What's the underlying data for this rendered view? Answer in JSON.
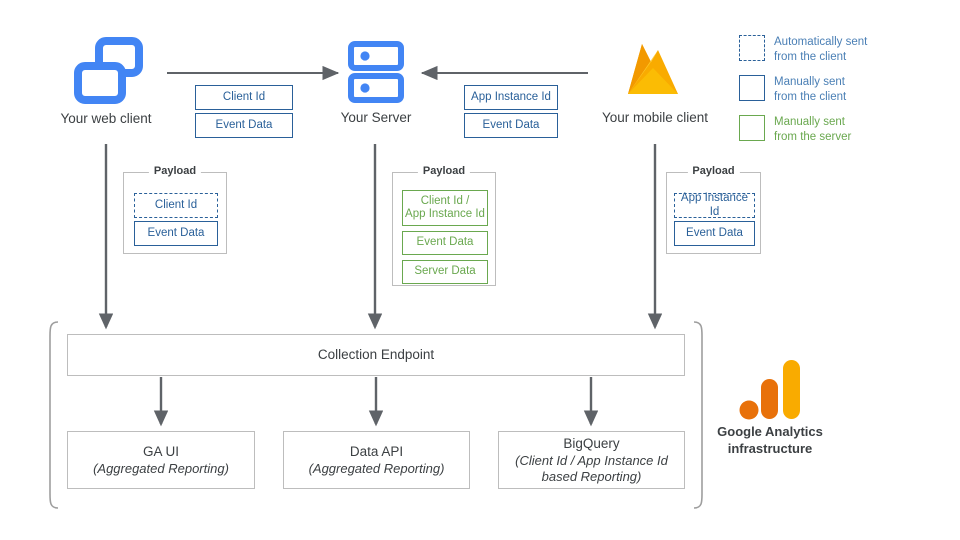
{
  "nodes": {
    "web_client": {
      "label": "Your web client",
      "icon": "web-client-icon"
    },
    "server": {
      "label": "Your Server",
      "icon": "server-icon"
    },
    "mobile_client": {
      "label": "Your mobile client",
      "icon": "firebase-flame-icon"
    }
  },
  "transfers": {
    "web_to_server": [
      {
        "label": "Client Id",
        "style": "client-solid"
      },
      {
        "label": "Event Data",
        "style": "client-solid"
      }
    ],
    "mobile_to_server": [
      {
        "label": "App Instance Id",
        "style": "client-solid"
      },
      {
        "label": "Event Data",
        "style": "client-solid"
      }
    ]
  },
  "payloads": {
    "title": "Payload",
    "web": {
      "title": "Payload",
      "items": [
        {
          "label": "Client Id",
          "style": "client-dashed"
        },
        {
          "label": "Event Data",
          "style": "client-solid"
        }
      ]
    },
    "server": {
      "title": "Payload",
      "items": [
        {
          "label": "Client Id /\nApp Instance Id",
          "style": "server-solid"
        },
        {
          "label": "Event Data",
          "style": "server-solid"
        },
        {
          "label": "Server Data",
          "style": "server-solid"
        }
      ]
    },
    "mobile": {
      "title": "Payload",
      "items": [
        {
          "label": "App Instance Id",
          "style": "client-dashed"
        },
        {
          "label": "Event Data",
          "style": "client-solid"
        }
      ]
    }
  },
  "infrastructure": {
    "collection_endpoint": "Collection Endpoint",
    "outputs": [
      {
        "title": "GA UI",
        "subtitle": "(Aggregated Reporting)"
      },
      {
        "title": "Data API",
        "subtitle": "(Aggregated Reporting)"
      },
      {
        "title": "BigQuery",
        "subtitle": "(Client Id / App Instance Id\nbased Reporting)"
      }
    ],
    "brand_caption": "Google Analytics\ninfrastructure"
  },
  "legend": [
    {
      "swatch": "dashed-blue",
      "text": "Automatically sent\nfrom the client"
    },
    {
      "swatch": "solid-blue",
      "text": "Manually sent\nfrom the client"
    },
    {
      "swatch": "solid-green",
      "text": "Manually sent\nfrom the server"
    }
  ],
  "colors": {
    "client_blue": "#2a6099",
    "legend_blue": "#4a7fb5",
    "server_green": "#6aa84f",
    "icon_blue": "#4285f4",
    "arrow_grey": "#5f6368",
    "box_border": "#bdbdbd",
    "ga_orange": "#e8710a",
    "ga_yellow": "#f9ab00",
    "text": "#3c4043"
  }
}
